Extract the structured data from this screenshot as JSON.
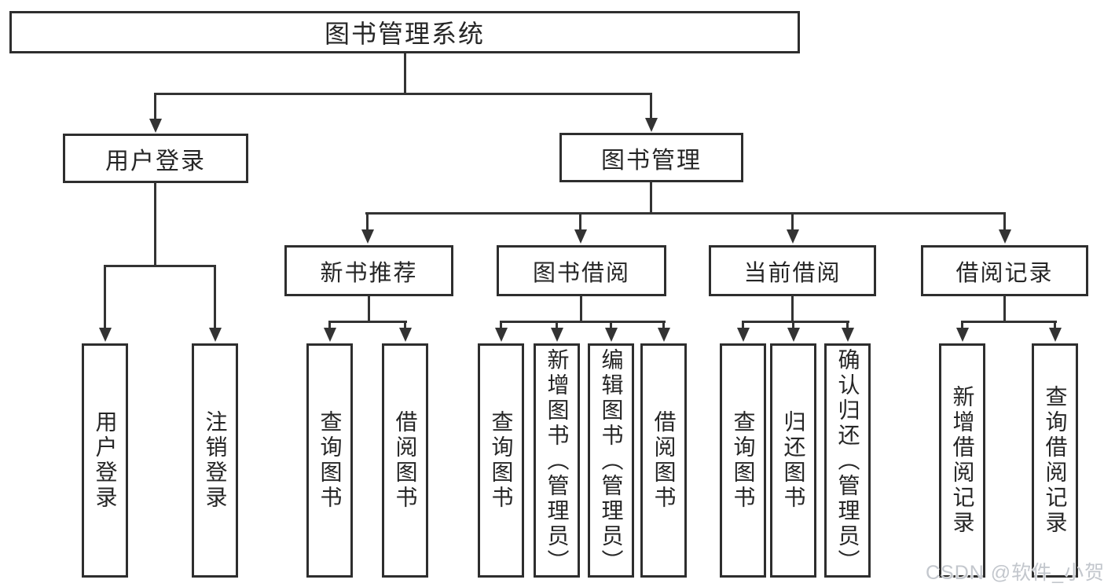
{
  "diagram": {
    "root": {
      "label": "图书管理系统"
    },
    "login": {
      "label": "用户登录",
      "children": [
        {
          "label": "用户登录"
        },
        {
          "label": "注销登录"
        }
      ]
    },
    "manage": {
      "label": "图书管理",
      "sections": [
        {
          "label": "新书推荐",
          "children": [
            {
              "label": "查询图书"
            },
            {
              "label": "借阅图书"
            }
          ]
        },
        {
          "label": "图书借阅",
          "children": [
            {
              "label": "查询图书"
            },
            {
              "label": "新增图书（管理员）"
            },
            {
              "label": "编辑图书（管理员）"
            },
            {
              "label": "借阅图书"
            }
          ]
        },
        {
          "label": "当前借阅",
          "children": [
            {
              "label": "查询图书"
            },
            {
              "label": "归还图书"
            },
            {
              "label": "确认归还（管理员）"
            }
          ]
        },
        {
          "label": "借阅记录",
          "children": [
            {
              "label": "新增借阅记录"
            },
            {
              "label": "查询借阅记录"
            }
          ]
        }
      ]
    }
  },
  "watermark": {
    "text": "CSDN @软件_小贺同学"
  },
  "colors": {
    "line": "#333333",
    "box_border": "#2e2e2e",
    "text": "#262626",
    "watermark": "#c3c7cd",
    "background": "#ffffff"
  }
}
